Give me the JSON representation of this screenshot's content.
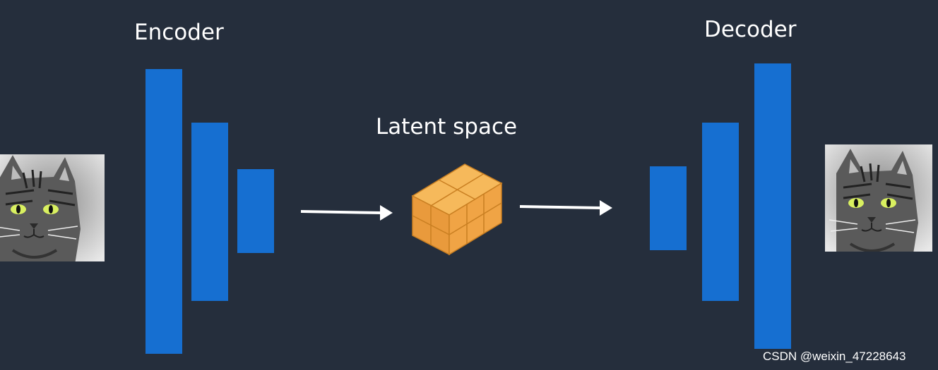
{
  "encoder": {
    "title": "Encoder"
  },
  "decoder": {
    "title": "Decoder"
  },
  "latent": {
    "title": "Latent space"
  },
  "watermark": "CSDN @weixin_47228643",
  "icons": {
    "input_image": "cat-photo-icon",
    "latent_block": "cube-grid-icon",
    "output_image": "cat-photo-icon"
  },
  "colors": {
    "background": "#252e3c",
    "layer_bar": "#166fd1",
    "latent_cube": "#f0a445",
    "text": "#ffffff"
  }
}
